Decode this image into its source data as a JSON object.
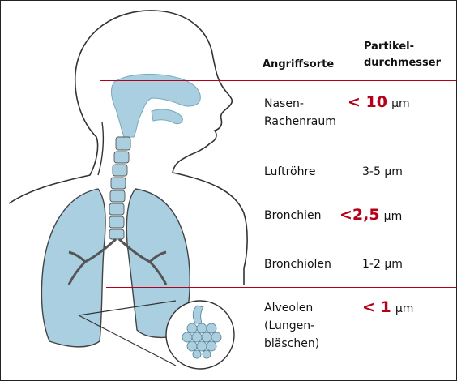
{
  "header": {
    "sites_label": "Angriffsorte",
    "diameter_label_line1": "Partikel-",
    "diameter_label_line2": "durchmesser"
  },
  "rows": [
    {
      "site_line1": "Nasen-",
      "site_line2": "Rachenraum",
      "size_prefix": "< 10",
      "size_unit": "µm",
      "highlight": true
    },
    {
      "site_line1": "Luftröhre",
      "size": "3-5 µm",
      "highlight": false
    },
    {
      "site_line1": "Bronchien",
      "size_prefix": "<2,5",
      "size_unit": "µm",
      "highlight": true
    },
    {
      "site_line1": "Bronchiolen",
      "size": "1-2 µm",
      "highlight": false
    },
    {
      "site_line1": "Alveolen",
      "site_line2": "(Lungen-",
      "site_line3": "bläschen)",
      "size_prefix": "< 1",
      "size_unit": "µm",
      "highlight": true
    }
  ],
  "colors": {
    "accent_red": "#b40018",
    "airway_blue": "#a9cfe0",
    "outline": "#333333"
  }
}
